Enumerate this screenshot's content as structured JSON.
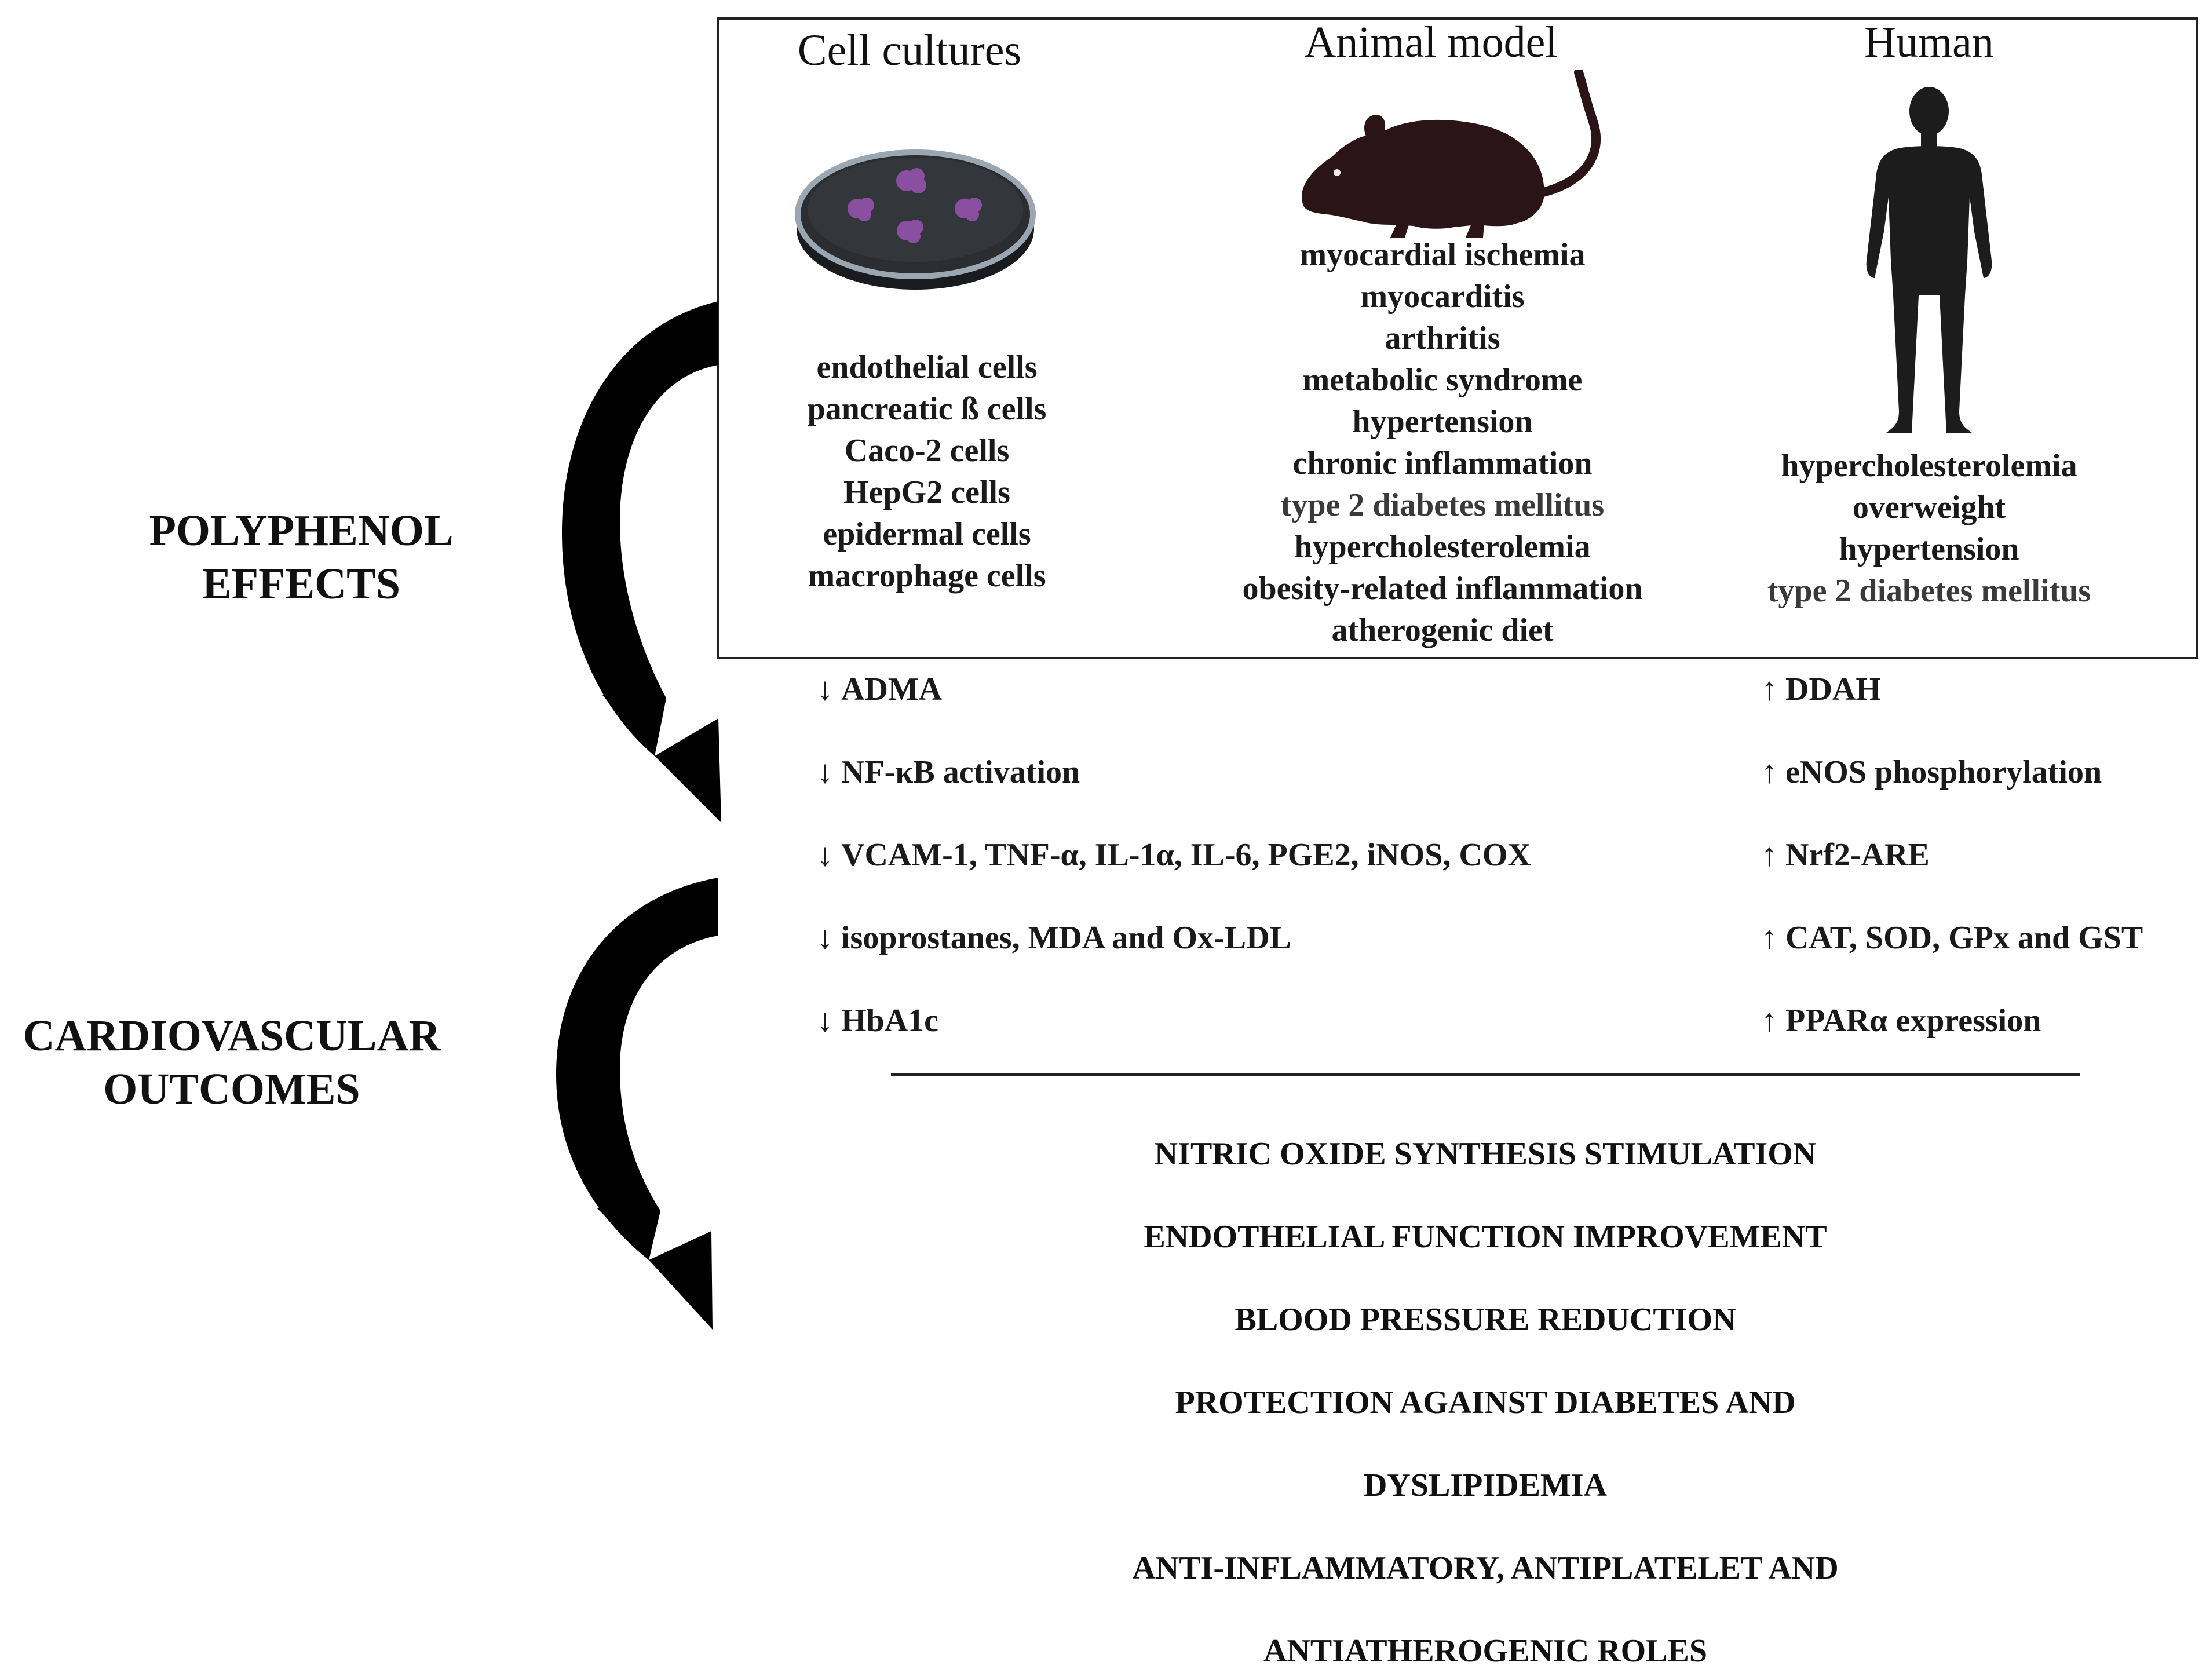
{
  "models": {
    "cell": {
      "title": "Cell cultures",
      "items": [
        "endothelial cells",
        "pancreatic ß cells",
        "Caco-2 cells",
        "HepG2 cells",
        "epidermal cells",
        "macrophage cells"
      ]
    },
    "animal": {
      "title": "Animal model",
      "items": [
        "myocardial ischemia",
        "myocarditis",
        "arthritis",
        "metabolic syndrome",
        "hypertension",
        "chronic inflammation",
        "type 2 diabetes mellitus",
        "hypercholesterolemia",
        "obesity-related inflammation",
        "atherogenic diet"
      ]
    },
    "human": {
      "title": "Human",
      "items": [
        "hypercholesterolemia",
        "overweight",
        "hypertension",
        "type 2 diabetes mellitus"
      ]
    }
  },
  "labels": {
    "polyphenol": [
      "POLYPHENOL",
      "EFFECTS"
    ],
    "cardio": [
      "CARDIOVASCULAR",
      "OUTCOMES"
    ]
  },
  "effects": {
    "down_symbol": "↓",
    "up_symbol": "↑",
    "down": [
      "ADMA",
      "NF-κB activation",
      "VCAM-1, TNF-α, IL-1α, IL-6, PGE2, iNOS, COX",
      "isoprostanes, MDA and Ox-LDL",
      "HbA1c"
    ],
    "up": [
      "DDAH",
      "eNOS phosphorylation",
      "Nrf2-ARE",
      "CAT, SOD, GPx and GST",
      "PPARα expression"
    ]
  },
  "outcomes": [
    "NITRIC OXIDE SYNTHESIS STIMULATION",
    "ENDOTHELIAL FUNCTION IMPROVEMENT",
    "BLOOD PRESSURE REDUCTION",
    "PROTECTION AGAINST DIABETES AND",
    "DYSLIPIDEMIA",
    "ANTI-INFLAMMATORY, ANTIPLATELET AND",
    "ANTIATHEROGENIC ROLES"
  ],
  "colors": {
    "ink": "#111111",
    "dish_body": "#2b2d31",
    "dish_rim": "#9aa6b2",
    "cell_purple": "#8a4fa0",
    "rat": "#2a1418",
    "human": "#1c1c1c"
  },
  "icons": [
    "petri-dish-icon",
    "rat-icon",
    "human-silhouette-icon",
    "curved-arrow-icon"
  ]
}
